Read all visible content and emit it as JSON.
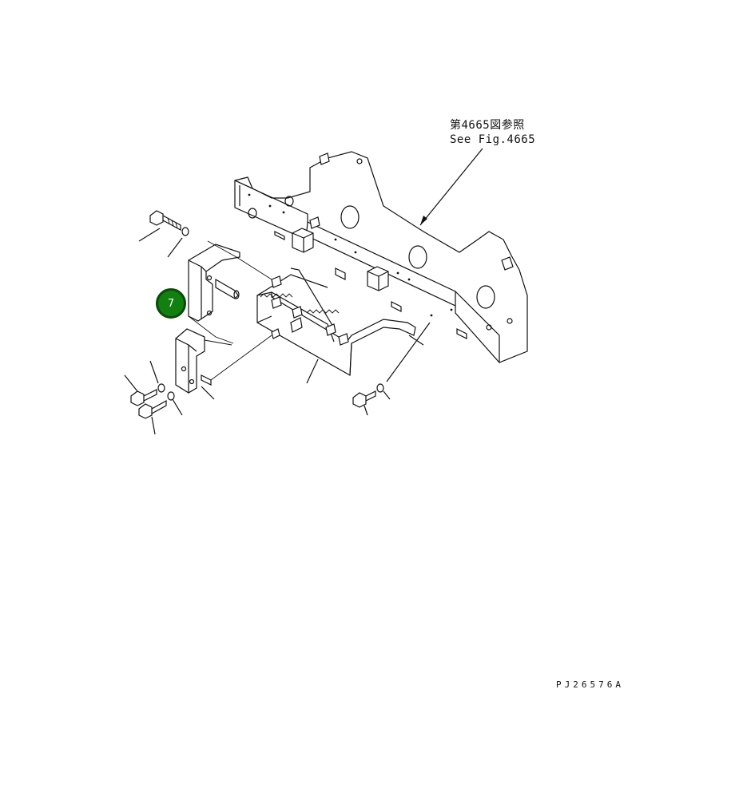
{
  "reference_note": {
    "jp": "第4665図参照",
    "en": "See Fig.4665"
  },
  "drawing_id": "PJ26576A",
  "callout": {
    "label": "7",
    "fill_color": "#118011",
    "ring_color": "#0a4a0a"
  }
}
